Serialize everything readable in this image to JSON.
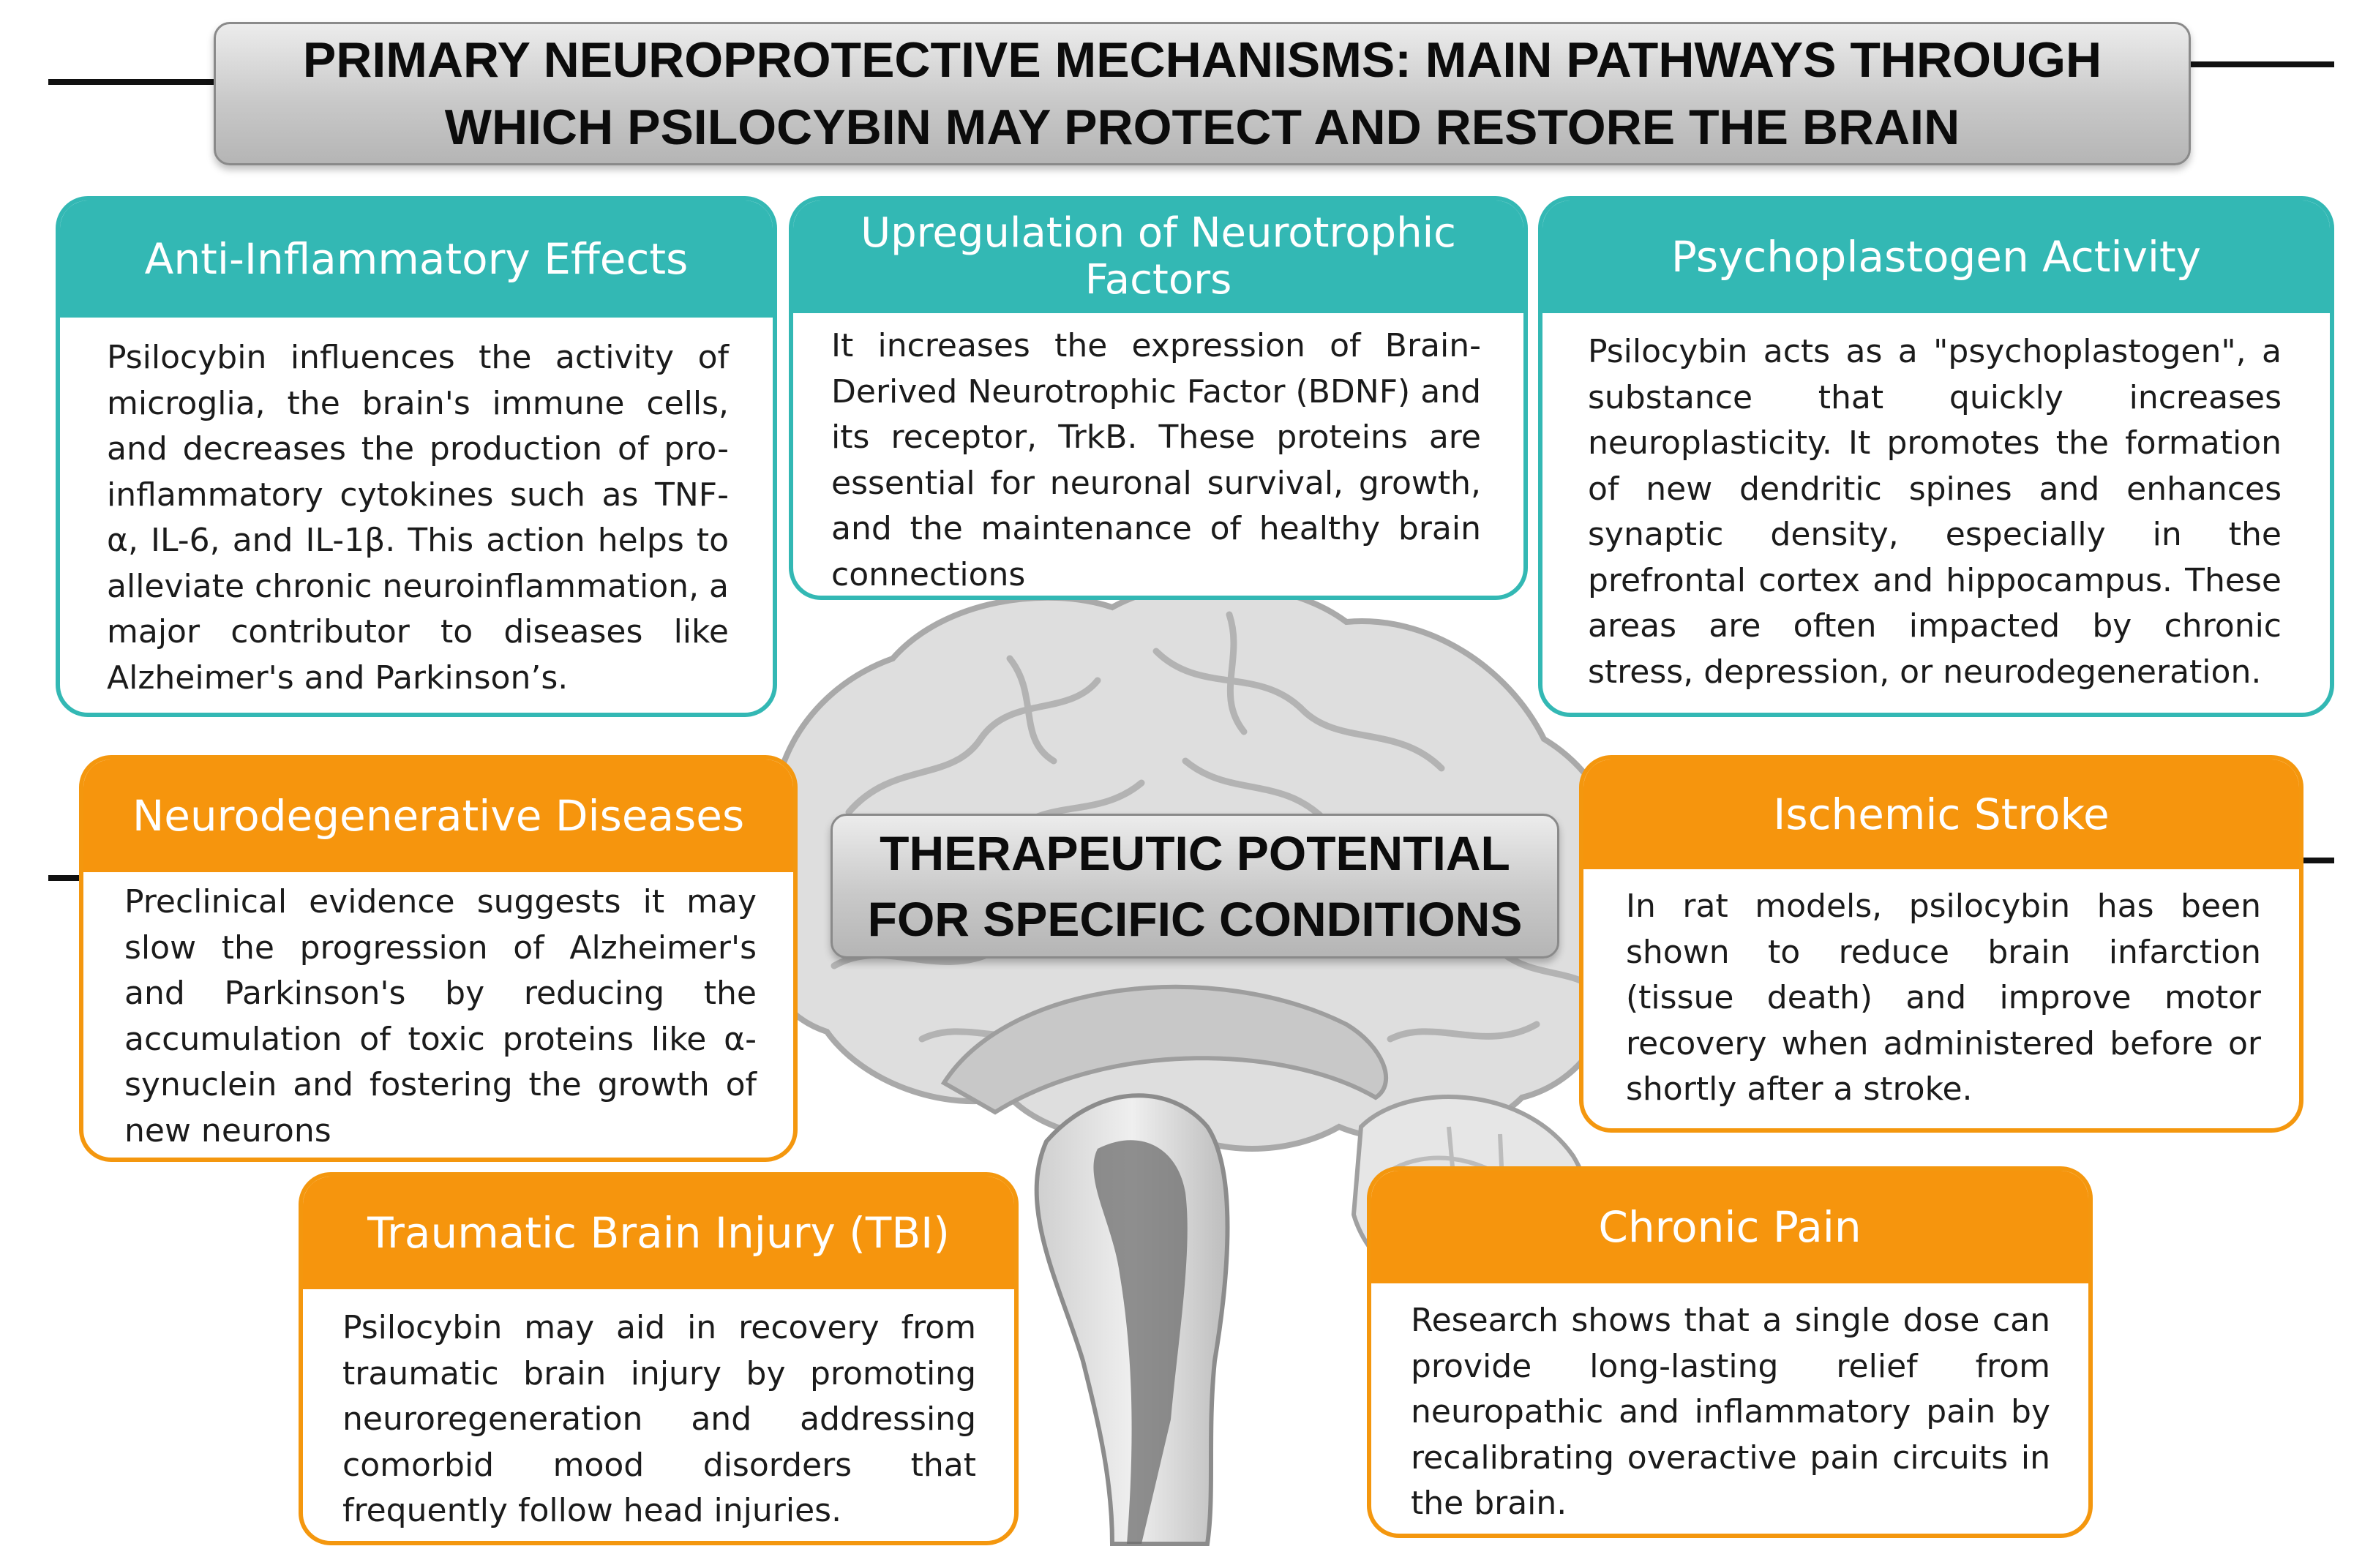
{
  "header_banner": {
    "line1": "PRIMARY NEUROPROTECTIVE MECHANISMS: MAIN PATHWAYS THROUGH",
    "line2": "WHICH PSILOCYBIN MAY PROTECT AND RESTORE THE BRAIN"
  },
  "center_banner": {
    "line1": "THERAPEUTIC POTENTIAL",
    "line2": "FOR SPECIFIC CONDITIONS"
  },
  "mechanisms": {
    "anti_inflammatory": {
      "title": "Anti-Inflammatory Effects",
      "text": "Psilocybin influences the activity of microglia, the brain's immune cells, and decreases the production of pro-inflammatory cytokines such as TNF-α, IL-6, and IL-1β. This action helps to alleviate chronic neuroinflammation, a major contributor to diseases like Alzheimer's and Parkinson’s."
    },
    "neurotrophic": {
      "title": "Upregulation of Neurotrophic Factors",
      "text": "It increases the expression of Brain-Derived Neurotrophic Factor (BDNF) and its receptor, TrkB. These proteins are essential for neuronal survival, growth, and the maintenance of healthy brain connections"
    },
    "psychoplastogen": {
      "title": "Psychoplastogen Activity",
      "text": "Psilocybin acts as a \"psychoplastogen\", a substance that quickly increases neuroplasticity. It promotes the formation of new dendritic spines and enhances synaptic density, especially in the prefrontal cortex and hippocampus. These areas are often impacted by chronic stress, depression, or neurodegeneration."
    }
  },
  "conditions": {
    "neurodegenerative": {
      "title": "Neurodegenerative Diseases",
      "text": "Preclinical evidence suggests it may slow the progression of Alzheimer's and Parkinson's by reducing the accumulation of toxic proteins like α-synuclein and fostering the growth of new neurons"
    },
    "ischemic_stroke": {
      "title": "Ischemic Stroke",
      "text": "In rat models, psilocybin has been shown to reduce brain infarction (tissue death) and improve motor recovery when administered before or shortly after a stroke."
    },
    "tbi": {
      "title": "Traumatic Brain Injury (TBI)",
      "text": "Psilocybin may aid in recovery from traumatic brain injury by promoting neuroregeneration and addressing comorbid mood disorders that frequently follow head injuries."
    },
    "chronic_pain": {
      "title": "Chronic Pain",
      "text": "Research shows that a single dose can provide long-lasting relief from neuropathic and inflammatory pain by recalibrating overactive pain circuits in the brain."
    }
  },
  "colors": {
    "teal": "#33b8b4",
    "orange": "#f6950d",
    "banner_gray": "#c9c9c9",
    "brain_gray": "#dcdcdc"
  },
  "illustration": {
    "name": "brain-sagittal-section",
    "style": "grayscale"
  }
}
